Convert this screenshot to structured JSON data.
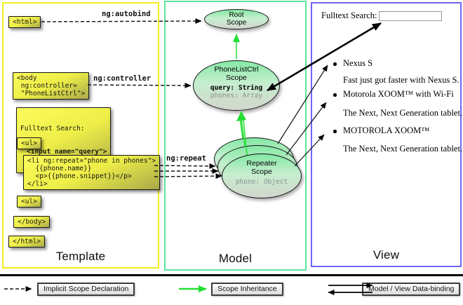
{
  "columns": {
    "template": {
      "label": "Template"
    },
    "model": {
      "label": "Model"
    },
    "view": {
      "label": "View"
    }
  },
  "template": {
    "boxes": {
      "html_open": "<html>",
      "body_open": "<body\n ng:controller=\n \"PhoneListCtrl\">",
      "fulltext_label": "Fulltext Search:",
      "fulltext_input_code": "<input name=\"query\">",
      "ul_open": "<ul>",
      "li_repeat": "<li ng:repeat=\"phone in phones\">\n  {{phone.name}}\n  <p>{{phone.snippet}}</p>\n</li>",
      "ul_close": "<ul>",
      "body_close": "</body>",
      "html_close": "</html>"
    },
    "arrow_labels": {
      "autobind": "ng:autobind",
      "controller": "ng:controller",
      "repeat": "ng:repeat"
    }
  },
  "model": {
    "root_scope": {
      "title": "Root\nScope"
    },
    "phonelist_scope": {
      "title": "PhoneListCtrl\nScope",
      "prop1": "query: String",
      "prop2": "phones: Array"
    },
    "repeater_scope": {
      "title": "Repeater\nScope",
      "prop1": "phone: Object"
    }
  },
  "view": {
    "search_label": "Fulltext Search:",
    "search_value": "",
    "items": [
      {
        "title": "Nexus S",
        "desc": "Fast just got faster with Nexus S."
      },
      {
        "title": "Motorola XOOM™ with Wi-Fi",
        "desc": "The Next, Next Generation tablet."
      },
      {
        "title": "MOTOROLA XOOM™",
        "desc": "The Next, Next Generation tablet."
      }
    ]
  },
  "legend": {
    "implicit": "Implicit Scope Declaration",
    "inheritance": "Scope Inheritance",
    "databinding": "Model / View Data-binding"
  },
  "colors": {
    "template_border": "#f2ee1e",
    "model_border": "#5ce69c",
    "view_border": "#6f66f0",
    "inheritance_green": "#24dd33"
  }
}
